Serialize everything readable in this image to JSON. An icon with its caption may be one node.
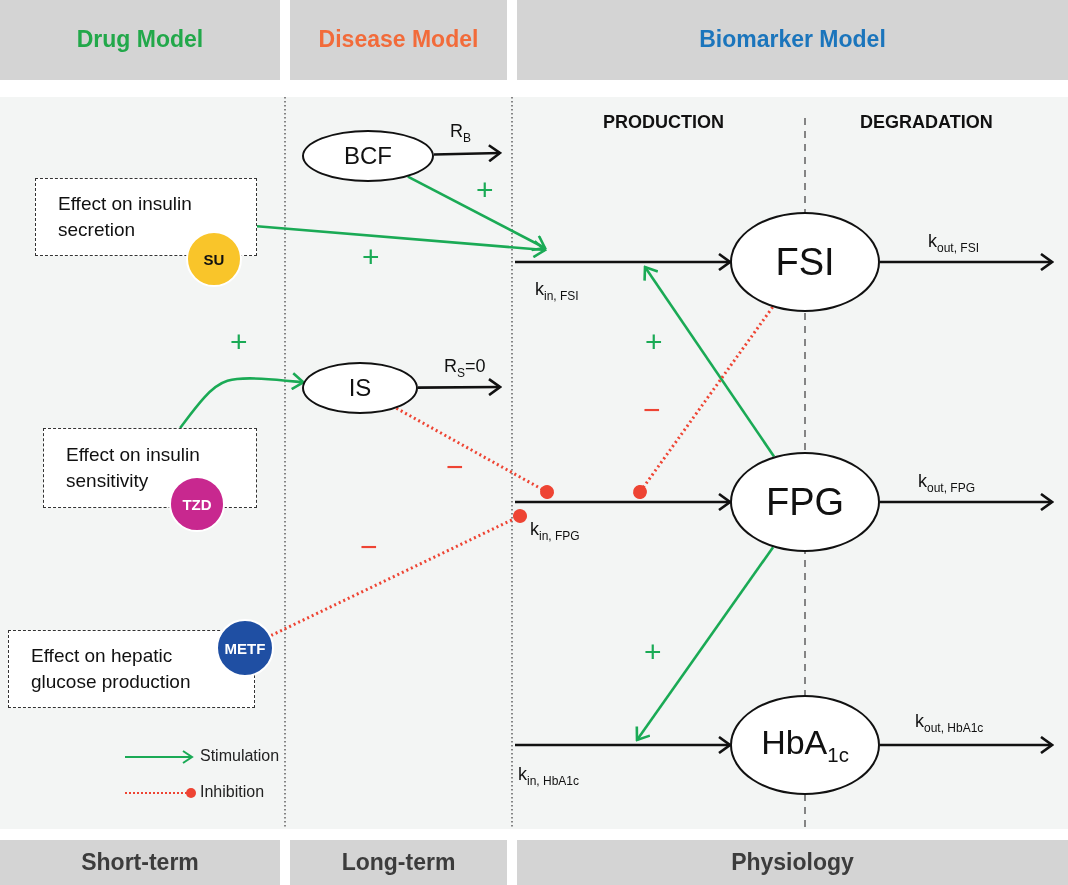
{
  "diagram": {
    "nodes": [
      {
        "text": [
          "Drug Model"
        ]
      },
      {
        "text": [
          "Disease Model"
        ]
      },
      {
        "text": [
          "Biomarker Model"
        ]
      },
      {
        "text": [
          "Effect on insulin secretion"
        ]
      },
      {
        "text": [
          "SU"
        ]
      },
      {
        "text": [
          "BCF"
        ]
      },
      {
        "text": [
          "Effect on insulin sensitivity"
        ]
      },
      {
        "text": [
          "TZD"
        ]
      },
      {
        "text": [
          "IS"
        ]
      },
      {
        "text": [
          "Effect on hepatic glucose production"
        ]
      },
      {
        "text": [
          "METF"
        ]
      },
      {
        "text": [
          "FSI"
        ]
      },
      {
        "text": [
          "FPG"
        ]
      },
      {
        "text": [
          "HbA$_{1c}$"
        ]
      },
      {
        "text": [
          "Short-term"
        ]
      },
      {
        "text": [
          "Long-term"
        ]
      },
      {
        "text": [
          "Physiology"
        ]
      }
    ],
    "edges": [
      {
        "from": null,
        "to": 11,
        "arrow": "to",
        "label": "k$_{in, FSI}$"
      },
      {
        "from": 11,
        "to": null,
        "arrow": "to",
        "label": "k$_{out, FSI}$"
      },
      {
        "from": null,
        "to": 12,
        "arrow": "to",
        "label": "k$_{in, FPG}$"
      },
      {
        "from": 12,
        "to": null,
        "arrow": "to",
        "label": "k$_{out, FPG}$"
      },
      {
        "from": null,
        "to": 13,
        "arrow": "to",
        "label": "k$_{in, HbA1c}$"
      },
      {
        "from": 13,
        "to": null,
        "arrow": "to",
        "label": "k$_{out, HbA1c}$"
      },
      {
        "from": 5,
        "to": null,
        "arrow": "to",
        "label": "R$_{B}$"
      },
      {
        "from": 8,
        "to": null,
        "arrow": "to",
        "label": "R$_{S}$=0"
      },
      {
        "from": 3,
        "to": null,
        "arrow": "to",
        "label": "+",
        "color": "#1aaa55"
      },
      {
        "from": 5,
        "to": null,
        "arrow": "to",
        "label": "+",
        "color": "#1aaa55"
      },
      {
        "from": 6,
        "to": 8,
        "arrow": "to",
        "label": "+",
        "color": "#1aaa55"
      },
      {
        "from": 8,
        "to": null,
        "arrow": "other",
        "label": "−",
        "style": "dashed",
        "color": "#ee4433"
      },
      {
        "from": 12,
        "to": null,
        "arrow": "to",
        "label": "+",
        "color": "#1aaa55"
      },
      {
        "from": 11,
        "to": null,
        "arrow": "other",
        "label": "−",
        "style": "dashed",
        "color": "#ee4433"
      },
      {
        "from": 10,
        "to": null,
        "arrow": "other",
        "label": "−",
        "style": "dashed",
        "color": "#ee4433"
      },
      {
        "from": 12,
        "to": null,
        "arrow": "to",
        "label": "+",
        "color": "#1aaa55"
      }
    ],
    "labels": [
      "PRODUCTION",
      "DEGRADATION"
    ],
    "legend": [
      {
        "text": "Stimulation"
      },
      {
        "text": "Inhibition"
      }
    ]
  }
}
